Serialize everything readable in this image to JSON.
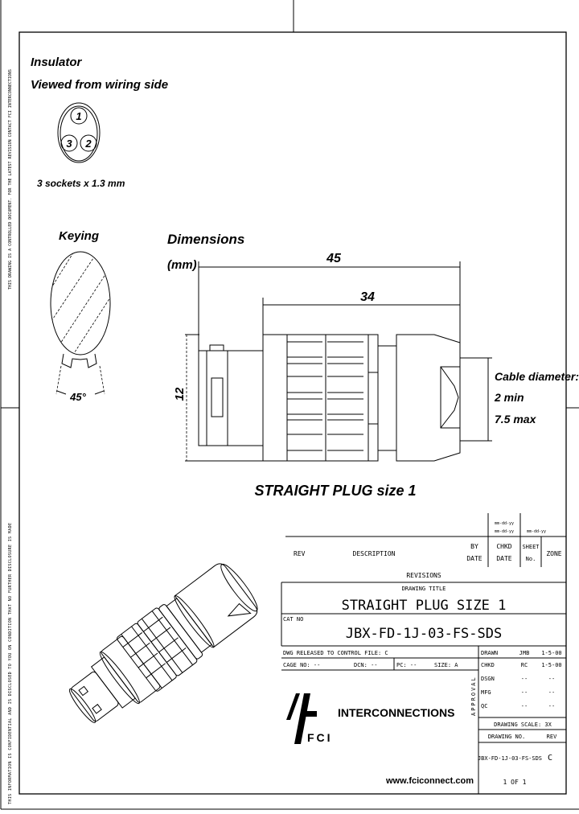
{
  "side_notes": {
    "top": "THIS DRAWING IS A CONTROLLED DOCUMENT. FOR THE LATEST REVISION CONTACT FCI INTERCONNECTIONS",
    "bottom": "THIS INFORMATION IS CONFIDENTIAL AND IS DISCLOSED TO YOU ON CONDITION THAT NO FURTHER DISCLOSURE IS MADE"
  },
  "insulator": {
    "title": "Insulator",
    "subtitle": "Viewed from wiring side",
    "sockets": [
      "1",
      "2",
      "3"
    ],
    "note": "3 sockets x 1.3 mm"
  },
  "keying": {
    "title": "Keying",
    "angle": "45°"
  },
  "dimensions": {
    "title": "Dimensions",
    "unit": "(mm)",
    "overall_length": "45",
    "body_length": "34",
    "diameter": "12",
    "cable_title": "Cable diameter:",
    "cable_min": "2 min",
    "cable_max": "7.5 max",
    "caption": "STRAIGHT PLUG size 1"
  },
  "title_block": {
    "date_format_1": "mm-dd-yy",
    "date_format_2": "mm-dd-yy",
    "rev_header": "REV",
    "description_header": "DESCRIPTION",
    "by_date_header": [
      "BY",
      "DATE"
    ],
    "chkd_date_header": [
      "CHKD",
      "DATE"
    ],
    "sheet_header": [
      "SHEET",
      "No."
    ],
    "zone_header": "ZONE",
    "revisions_label": "REVISIONS",
    "drawing_title_label": "DRAWING TITLE",
    "drawing_title": "STRAIGHT PLUG SIZE 1",
    "cat_no_label": "CAT NO",
    "cat_no": "JBX-FD-1J-03-FS-SDS",
    "released": "DWG RELEASED TO CONTROL FILE: C",
    "cage_no": "CAGE NO: --",
    "dcn": "DCN: --",
    "pc": "PC: --",
    "size": "SIZE: A",
    "approval_label": "APPROVAL",
    "approvals": [
      {
        "role": "DRAWN",
        "name": "JMB",
        "date": "1-5-00"
      },
      {
        "role": "CHKD",
        "name": "RC",
        "date": "1-5-00"
      },
      {
        "role": "DSGN",
        "name": "--",
        "date": "--"
      },
      {
        "role": "MFG",
        "name": "--",
        "date": "--"
      },
      {
        "role": "QC",
        "name": "--",
        "date": "--"
      }
    ],
    "scale": "DRAWING SCALE: 3X",
    "drawing_no_label": "DRAWING NO.",
    "rev_label": "REV",
    "drawing_no": "JBX-FD-1J-03-FS-SDS",
    "rev": "C",
    "sheet": "1 OF 1"
  },
  "brand": {
    "logo_text": "FCI",
    "company": "INTERCONNECTIONS",
    "website": "www.fciconnect.com"
  }
}
